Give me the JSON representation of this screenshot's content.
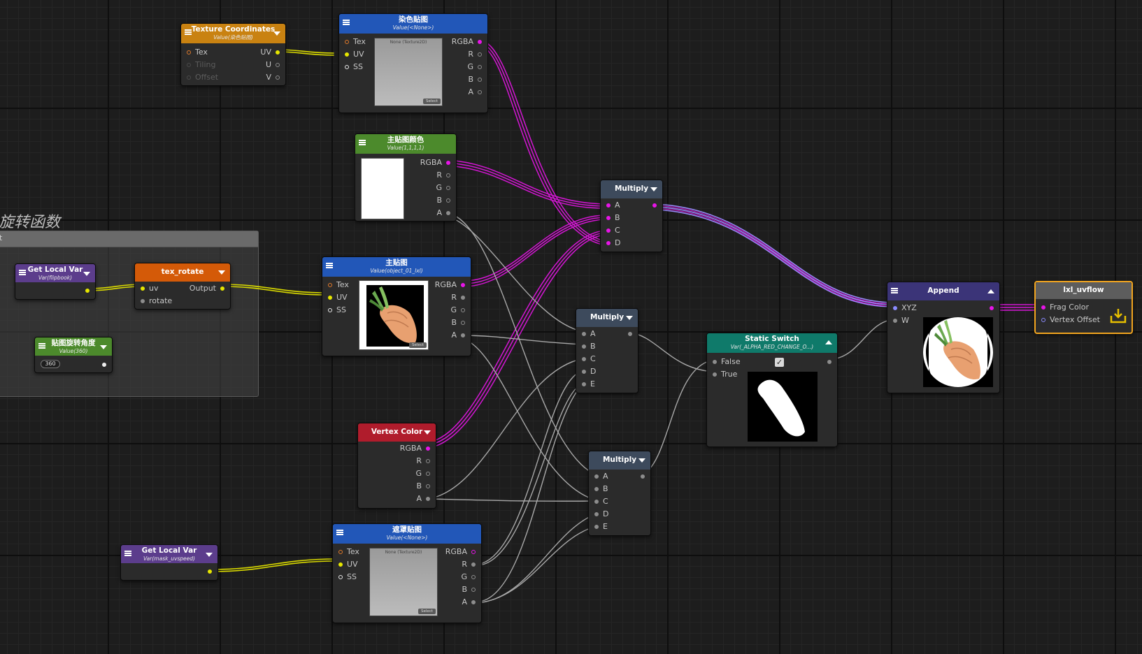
{
  "group": {
    "title": "旋转函数",
    "bar_label": "t"
  },
  "nodes": {
    "texcoord": {
      "title": "Texture Coordinates",
      "subtitle": "Value(染色贴图)",
      "color": "#c98211",
      "inputs": [
        "Tex",
        "Tiling",
        "Offset"
      ],
      "outputs": [
        "UV",
        "U",
        "V"
      ]
    },
    "dye_tex": {
      "title": "染色贴图",
      "subtitle": "Value(<None>)",
      "color": "#2257b8",
      "inputs": [
        "Tex",
        "UV",
        "SS"
      ],
      "outputs": [
        "RGBA",
        "R",
        "G",
        "B",
        "A"
      ],
      "preview_caption": "None (Texture2D)",
      "select_label": "Select"
    },
    "main_color": {
      "title": "主贴图颜色",
      "subtitle": "Value(1,1,1,1)",
      "color": "#4c8a2c",
      "outputs": [
        "RGBA",
        "R",
        "G",
        "B",
        "A"
      ]
    },
    "main_tex": {
      "title": "主贴图",
      "subtitle": "Value(object_01_lxl)",
      "color": "#2257b8",
      "inputs": [
        "Tex",
        "UV",
        "SS"
      ],
      "outputs": [
        "RGBA",
        "R",
        "G",
        "B",
        "A"
      ],
      "select_label": "Select"
    },
    "vertex_color": {
      "title": "Vertex Color",
      "color": "#b01c2c",
      "outputs": [
        "RGBA",
        "R",
        "G",
        "B",
        "A"
      ]
    },
    "mask_tex": {
      "title": "遮罩贴图",
      "subtitle": "Value(<None>)",
      "color": "#2257b8",
      "inputs": [
        "Tex",
        "UV",
        "SS"
      ],
      "outputs": [
        "RGBA",
        "R",
        "G",
        "B",
        "A"
      ],
      "preview_caption": "None (Texture2D)",
      "select_label": "Select"
    },
    "multiply1": {
      "title": "Multiply",
      "color": "#3d4a5c",
      "inputs": [
        "A",
        "B",
        "C",
        "D"
      ]
    },
    "multiply2": {
      "title": "Multiply",
      "color": "#3d4a5c",
      "inputs": [
        "A",
        "B",
        "C",
        "D",
        "E"
      ]
    },
    "multiply3": {
      "title": "Multiply",
      "color": "#3d4a5c",
      "inputs": [
        "A",
        "B",
        "C",
        "D",
        "E"
      ]
    },
    "static_switch": {
      "title": "Static Switch",
      "subtitle": "Var(_ALPHA_RED_CHANGE_O...)",
      "color": "#0f7a6a",
      "inputs": [
        "False",
        "True"
      ],
      "checked": true
    },
    "append": {
      "title": "Append",
      "color": "#3b3478",
      "inputs": [
        "XYZ",
        "W"
      ]
    },
    "output": {
      "title": "lxl_uvflow",
      "color": "#5d5d5d",
      "inputs": [
        "Frag Color",
        "Vertex Offset"
      ]
    },
    "get_local_var1": {
      "title": "Get Local Var",
      "subtitle": "Var(flipbook)",
      "color": "#5c3d8c"
    },
    "tex_rotate": {
      "title": "tex_rotate",
      "color": "#d45a08",
      "inputs": [
        "uv",
        "rotate"
      ],
      "outputs": [
        "Output"
      ]
    },
    "rot_angle": {
      "title": "贴图旋转角度",
      "subtitle": "Value(360)",
      "color": "#4c8a2c",
      "value": "360"
    },
    "get_local_var2": {
      "title": "Get Local Var",
      "subtitle": "Var(mask_uvspeed)",
      "color": "#5c3d8c"
    }
  }
}
